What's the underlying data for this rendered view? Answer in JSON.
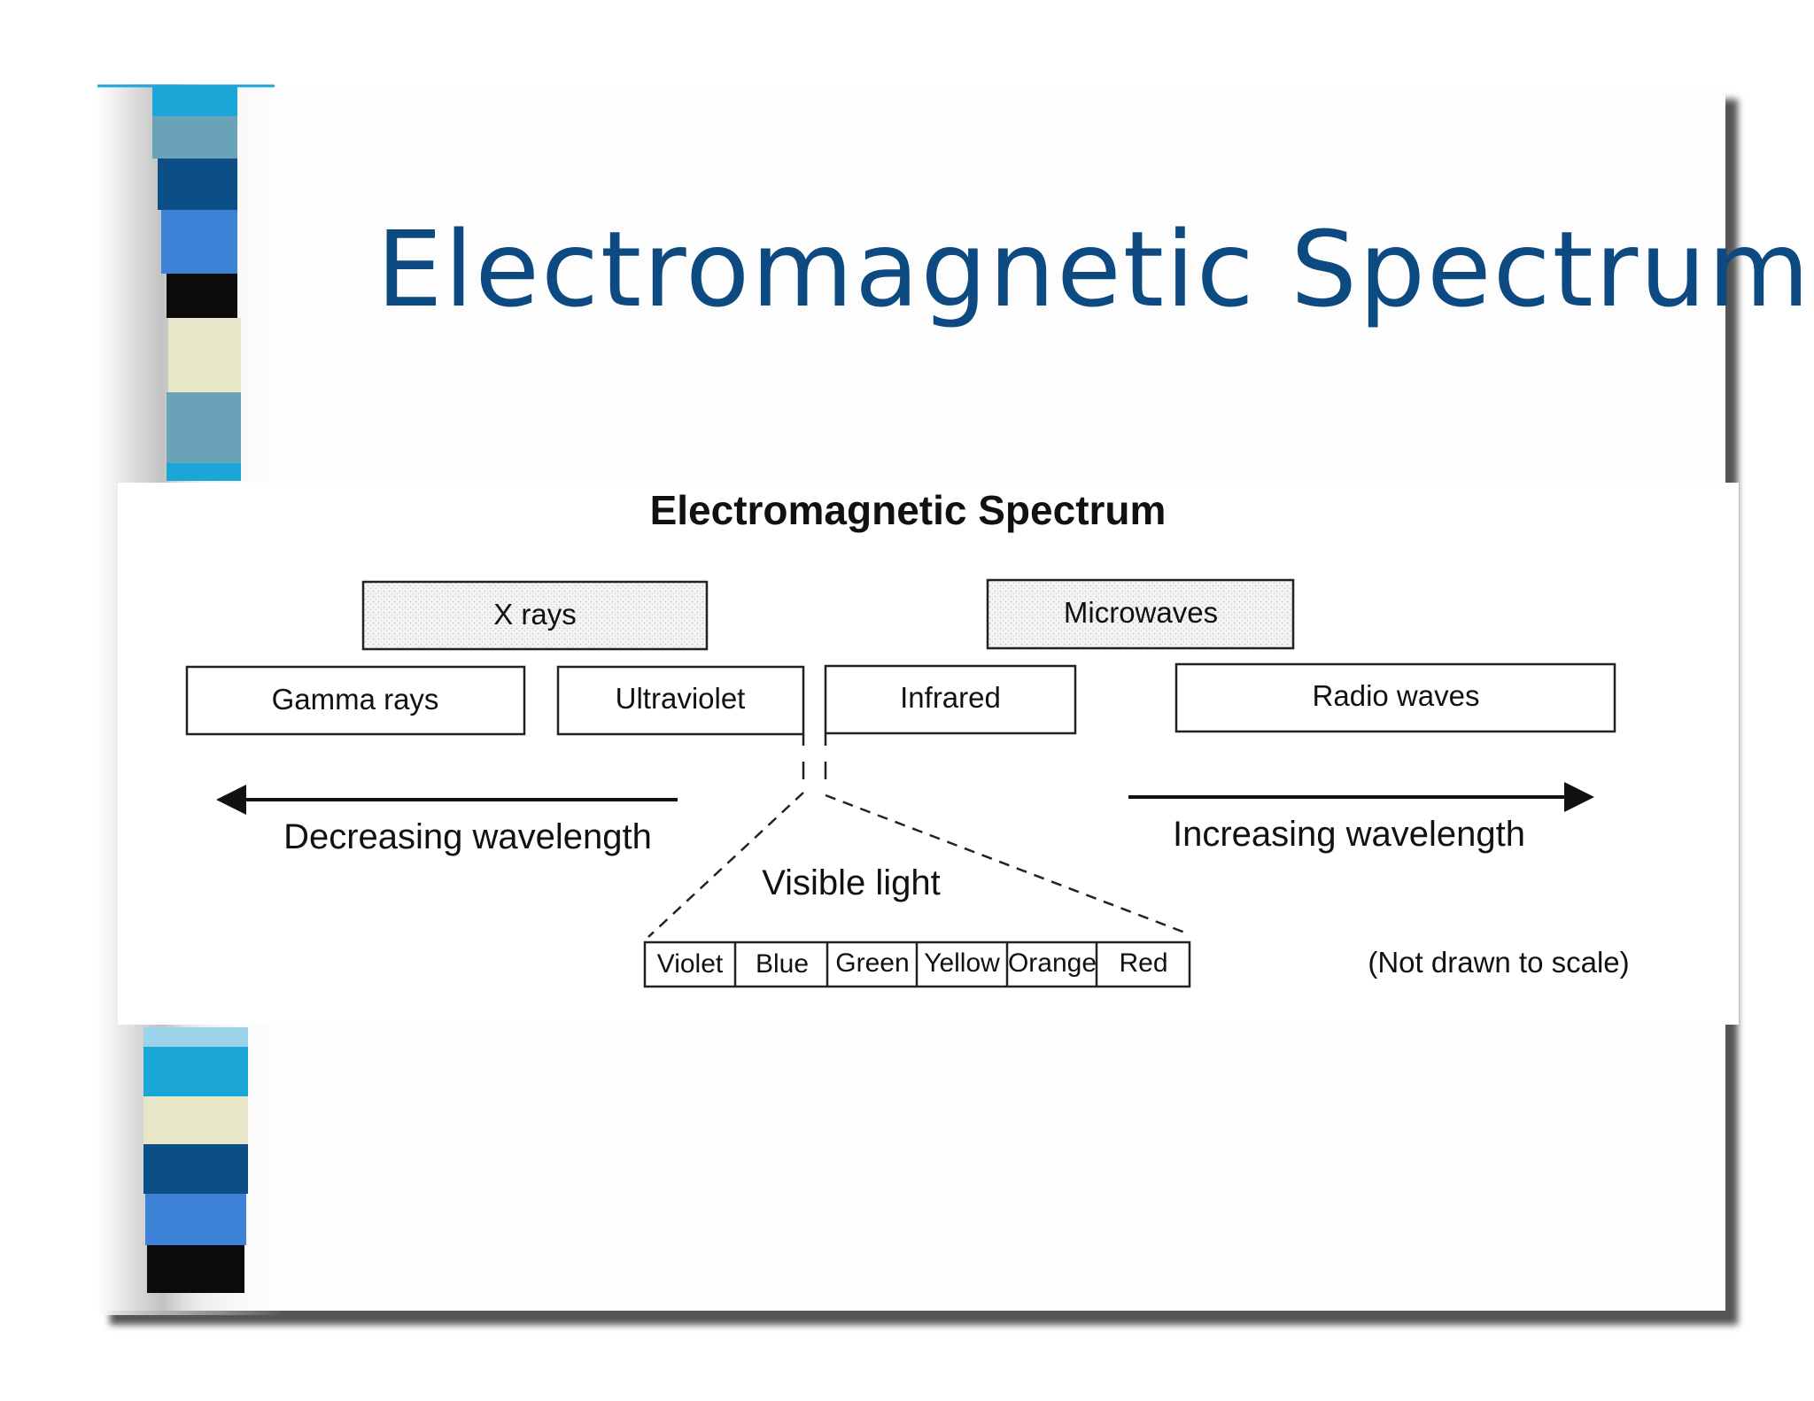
{
  "slide": {
    "title": "Electromagnetic Spectrum"
  },
  "diagram": {
    "heading": "Electromagnetic Spectrum",
    "upper_bands": [
      "X rays",
      "Microwaves"
    ],
    "lower_bands": [
      "Gamma rays",
      "Ultraviolet",
      "Infrared",
      "Radio waves"
    ],
    "left_arrow_label": "Decreasing wavelength",
    "right_arrow_label": "Increasing wavelength",
    "visible_label": "Visible light",
    "visible_colors": [
      "Violet",
      "Blue",
      "Green",
      "Yellow",
      "Orange",
      "Red"
    ],
    "scale_note": "(Not drawn to scale)"
  },
  "decor": {
    "title_color": "#0d4a82",
    "stripe_colors": [
      "#1aa7d8",
      "#6aa2b8",
      "#0b4f86",
      "#3d82d6",
      "#0b0b0b",
      "#e8e6c8",
      "#0b4f86",
      "#3d82d6"
    ]
  }
}
